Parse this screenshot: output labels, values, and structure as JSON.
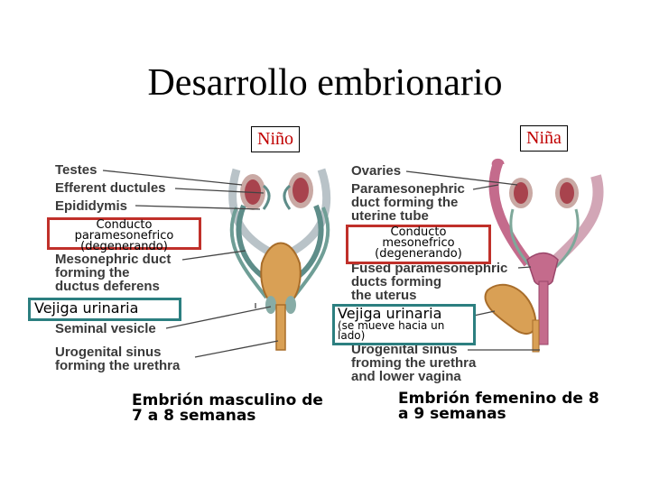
{
  "title": "Desarrollo embrionario",
  "male": {
    "tag": "Niño",
    "labels": {
      "testes": "Testes",
      "efferent": "Efferent ductules",
      "epididymis": "Epididymis",
      "mesonephric_1": "Mesonephric duct",
      "mesonephric_2": "forming the",
      "mesonephric_3": "ductus deferens",
      "seminal": "Seminal vesicle",
      "urogenital_1": "Urogenital sinus",
      "urogenital_2": "forming the urethra"
    },
    "box_duct": {
      "line1": "Conducto",
      "line2": "paramesonefrico",
      "line3": "(degenerando)"
    },
    "box_bladder": "Vejiga urinaria",
    "caption": {
      "line1": "Embrión masculino de",
      "line2": "7 a 8 semanas"
    }
  },
  "female": {
    "tag": "Niña",
    "labels": {
      "ovaries": "Ovaries",
      "paramesonephric_1": "Paramesonephric",
      "paramesonephric_2": "duct forming the",
      "paramesonephric_3": "uterine tube",
      "fused_1": "Fused paramesonephric",
      "fused_2": "ducts forming",
      "fused_3": "the uterus",
      "urogenital_1": "Urogenital sinus",
      "urogenital_2": "froming the urethra",
      "urogenital_3": "and lower vagina"
    },
    "box_duct": {
      "line1": "Conducto",
      "line2": "mesonefrico",
      "line3": "(degenerando)"
    },
    "box_bladder": {
      "line1": "Vejiga urinaria",
      "line2": "(se mueve hacia un",
      "line3": "lado)"
    },
    "caption": {
      "line1": "Embrión femenino de 8",
      "line2": "a 9 semanas"
    }
  },
  "colors": {
    "tag_text": "#c00000",
    "box_red": "#c0302a",
    "box_teal": "#2c7f80",
    "label_text": "#3a3a3a"
  }
}
